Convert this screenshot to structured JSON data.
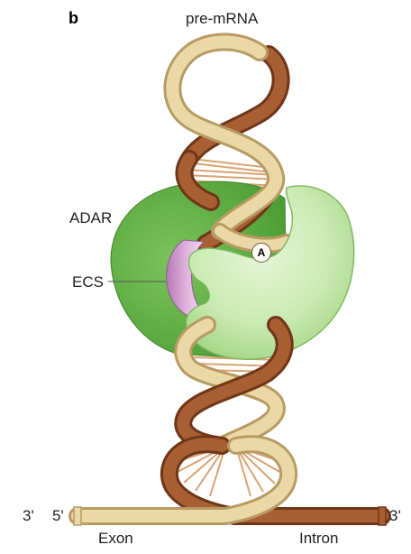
{
  "panel_letter": "b",
  "labels": {
    "pre_mrna": "pre-mRNA",
    "adar": "ADAR",
    "ecs": "ECS",
    "adenosine": "A",
    "exon_3prime": "3'",
    "exon_5prime": "5'",
    "intron_3prime": "3'",
    "exon": "Exon",
    "intron": "Intron"
  },
  "colors": {
    "exon_strand": "#ead9a6",
    "exon_strand_edge": "#b89b62",
    "intron_strand": "#a85f34",
    "intron_strand_edge": "#6f3618",
    "adar_dark": "#62b145",
    "adar_light": "#c8eab2",
    "ecs_region": "#d8a8d6",
    "base_pairs": "#d9a372"
  }
}
